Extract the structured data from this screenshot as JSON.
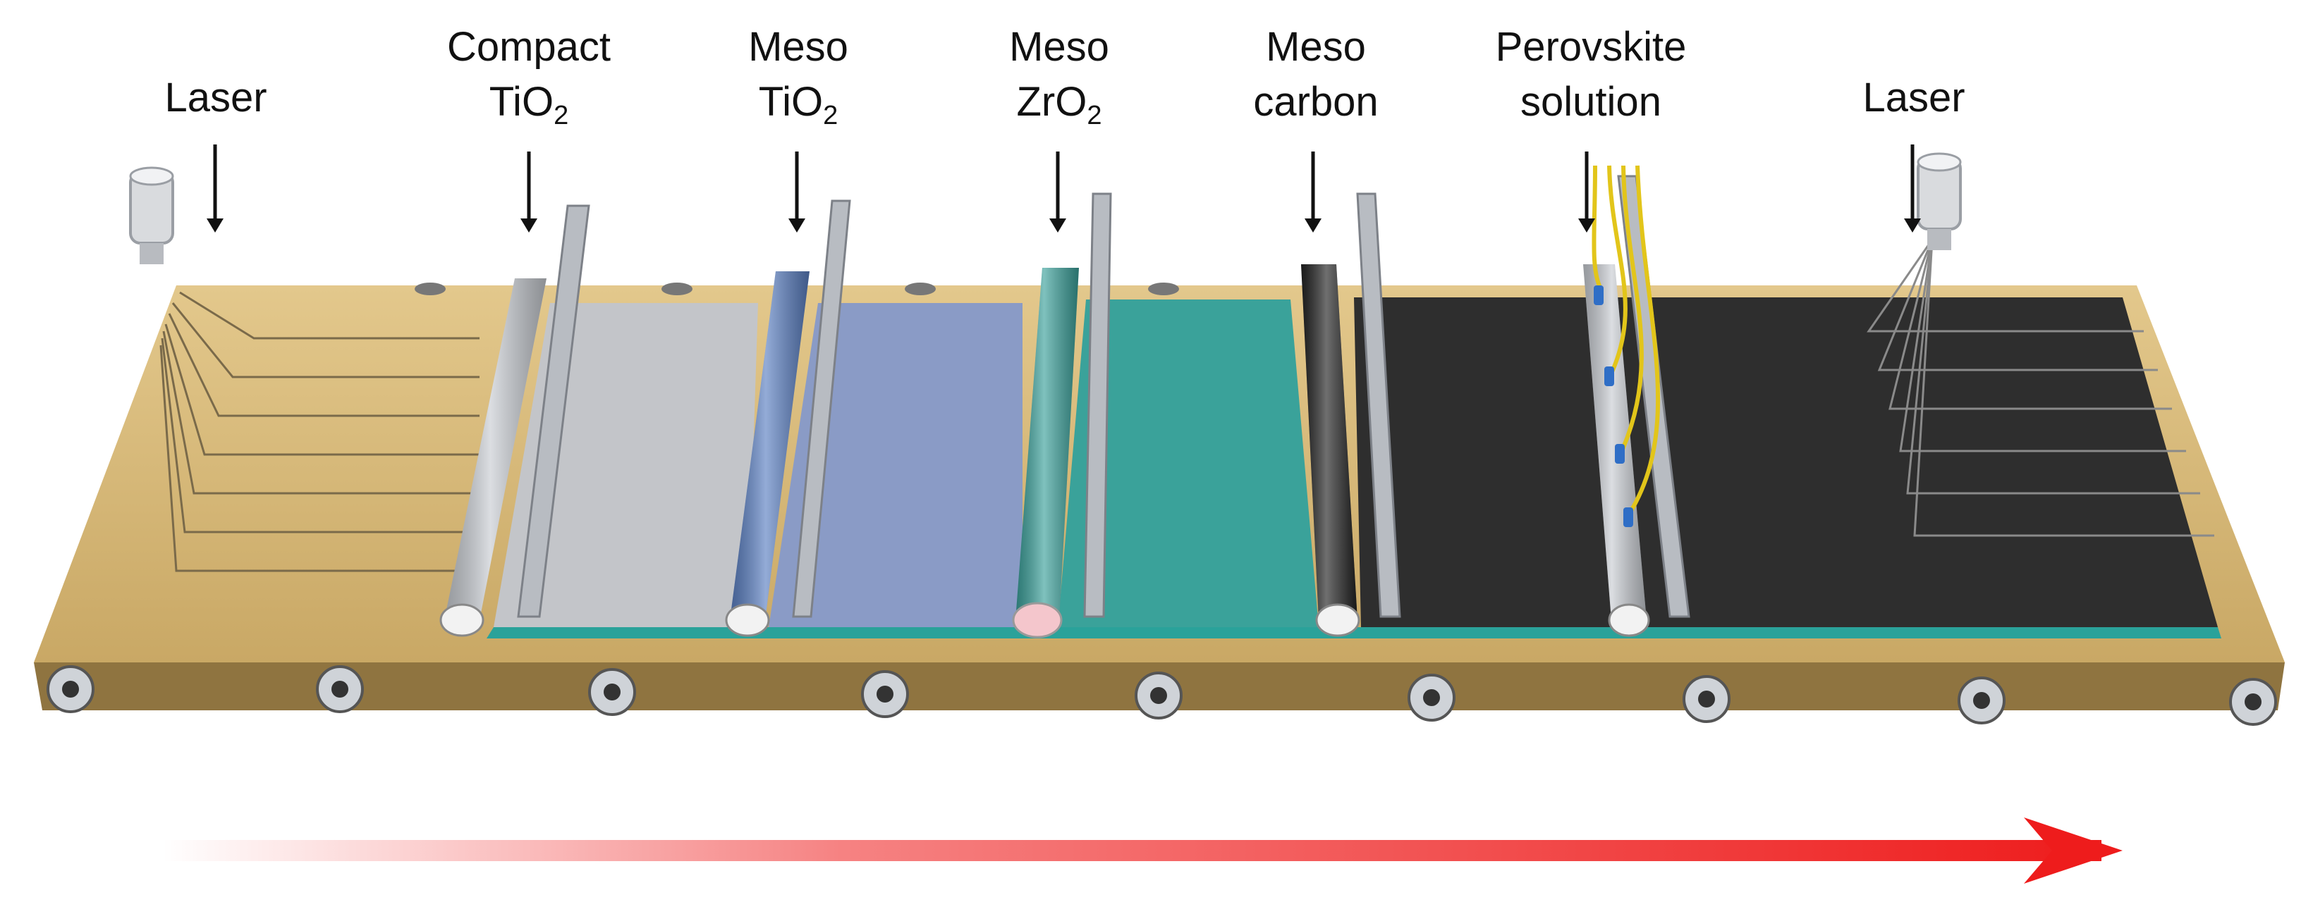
{
  "labels": [
    {
      "id": "laser-left",
      "line1": "Laser",
      "line2": "",
      "sub": ""
    },
    {
      "id": "compact-tio2",
      "line1": "Compact",
      "line2": "TiO",
      "sub": "2"
    },
    {
      "id": "meso-tio2",
      "line1": "Meso",
      "line2": "TiO",
      "sub": "2"
    },
    {
      "id": "meso-zro2",
      "line1": "Meso",
      "line2": "ZrO",
      "sub": "2"
    },
    {
      "id": "meso-carbon",
      "line1": "Meso",
      "line2": "carbon",
      "sub": ""
    },
    {
      "id": "perovskite-solution",
      "line1": "Perovskite",
      "line2": "solution",
      "sub": ""
    },
    {
      "id": "laser-right",
      "line1": "Laser",
      "line2": "",
      "sub": ""
    }
  ],
  "colors": {
    "belt": "#d8b878",
    "belt_dark": "#8f7440",
    "substrate_plain": "#c9c1a6",
    "compact_tio2": "#c3c5c9",
    "meso_tio2": "#8a9bc6",
    "meso_zro2": "#3aa29a",
    "meso_carbon": "#2e2e2e",
    "roller_compact": "#c8ccd2",
    "roller_tio2": "#5a7fc2",
    "roller_zro2": "#3aa09a",
    "roller_carbon": "#222222",
    "wire": "#e2c51a",
    "arrow": "#ee1c1c"
  },
  "icons": [
    "laser-head-icon",
    "roller-icon",
    "doctor-blade-icon",
    "nozzle-icon",
    "direction-arrow-icon"
  ]
}
